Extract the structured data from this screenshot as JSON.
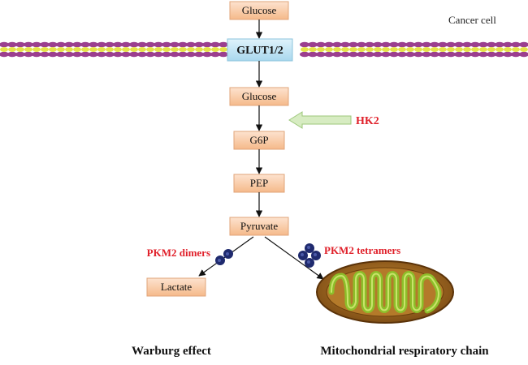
{
  "corner_label": "Cancer cell",
  "transporter": "GLUT1/2",
  "nodes": {
    "glucose_out": "Glucose",
    "glucose_in": "Glucose",
    "g6p": "G6P",
    "pep": "PEP",
    "pyruvate": "Pyruvate",
    "lactate": "Lactate"
  },
  "enzymes": {
    "hk2": "HK2",
    "pkm2_dimers": "PKM2 dimers",
    "pkm2_tetramers": "PKM2 tetramers"
  },
  "captions": {
    "warburg": "Warburg effect",
    "mito": "Mitochondrial respiratory chain"
  },
  "colors": {
    "node_fill": "#f9c9a4",
    "node_stroke": "#e0a47a",
    "transporter_fill": "#bfe3f3",
    "membrane_purple": "#9b3f8f",
    "membrane_yellow": "#e6e24a",
    "accent_red": "#e0202a",
    "hk2_arrow": "#d7ecc2",
    "pkm2_blue": "#1f2a6e",
    "mito_outer": "#7a4a14",
    "mito_inner": "#8dbe2a"
  }
}
